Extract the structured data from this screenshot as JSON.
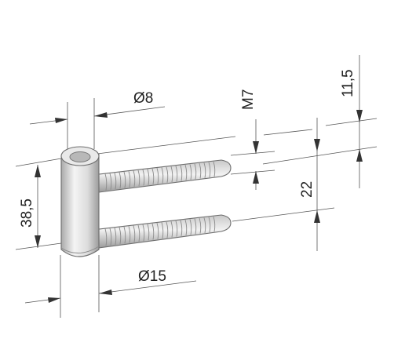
{
  "dimensions": {
    "pin_diameter": "Ø8",
    "outer_diameter": "Ø15",
    "total_height": "38,5",
    "thread_size": "M7",
    "screw_spacing": "22",
    "top_offset": "11,5"
  },
  "colors": {
    "part_fill": "#e2e2e2",
    "part_highlight": "#f6f6f6",
    "part_shadow": "#a9a9a9",
    "line": "#555555",
    "text": "#222222"
  }
}
